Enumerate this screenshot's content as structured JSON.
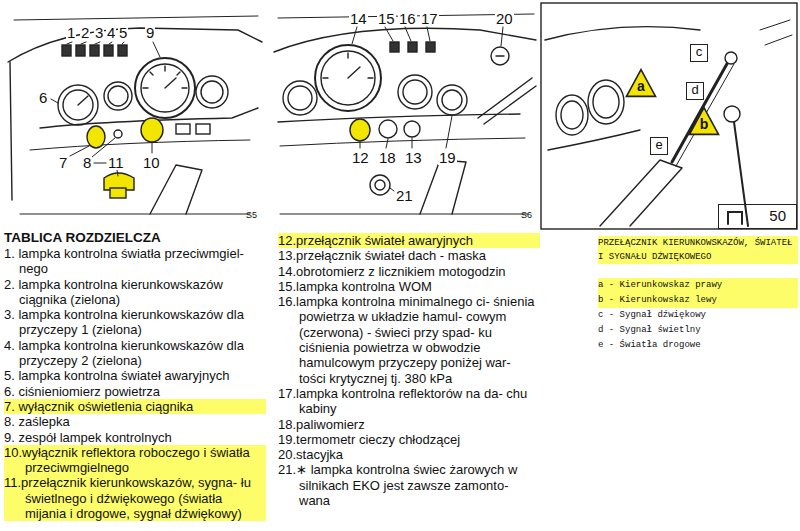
{
  "diagram": {
    "nodes": [
      {
        "text": [
          "c"
        ]
      },
      {
        "text": [
          "a"
        ]
      },
      {
        "text": [
          "d"
        ]
      },
      {
        "text": [
          "b"
        ]
      },
      {
        "text": [
          "e"
        ]
      },
      {
        "text": [
          "50"
        ]
      }
    ],
    "labels": [
      "1",
      "2",
      "3",
      "4",
      "5",
      "9",
      "6",
      "7",
      "8",
      "11",
      "10",
      "14",
      "15",
      "16",
      "17",
      "20",
      "12",
      "18",
      "13",
      "19",
      "21",
      "S5",
      "S6",
      "TABLICA ROZDZIELCZA",
      "1. lampka kontrolna światła przeciwmgiel- nego",
      "2. lampka kontrolna kierunkowskazów ciągnika (zielona)",
      "3. lampka kontrolna kierunkowskazów dla przyczepy 1 (zielona)",
      "4. lampka kontrolna kierunkowskazów dla przyczepy 2 (zielona)",
      "5. lampka kontrolna świateł awaryjnych",
      "6. ciśnieniomierz powietrza",
      "7. wyłącznik oświetlenia ciągnika",
      "8. zaślepka",
      "9. zespół lampek kontrolnych",
      "10.wyłącznik reflektora roboczego i światła przeciwmgielnego",
      "11.przełącznik kierunkowskazów, sygna- łu świetlnego i dźwiękowego (światła mijania i drogowe, sygnał dźwiękowy)",
      "12.przełącznik świateł awaryjnych",
      "13.przełącznik świateł dach - maska",
      "14.obrotomierz z licznikiem motogodzin",
      "15.lampka kontrolna WOM",
      "16.lampka kontrolna minimalnego ci- śnienia powietrza w układzie hamul- cowym (czerwona) - świeci przy spad- ku ciśnienia powietrza w obwodzie hamulcowym przyczepy poniżej war- tości krytycznej tj. 380 kPa",
      "17.lampka kontrolna reflektorów na da- chu kabiny",
      "18.paliwomierz",
      "19.termometr cieczy chłodzącej",
      "20.stacyjka",
      "21.∗ lampka kontrolna świec żarowych w silnikach EKO jest zawsze zamonto- wana",
      "PRZEŁĄCZNIK KIERUNKOWSKAZÓW, ŚWIATEŁ I SYGNAŁU DŹWIĘKOWEGO",
      "a - Kierunkowskaz prawy",
      "b - Kierunkowskaz lewy",
      "c - Sygnał dźwiękowy",
      "d - Sygnał świetlny",
      "e - Światła drogowe"
    ]
  }
}
